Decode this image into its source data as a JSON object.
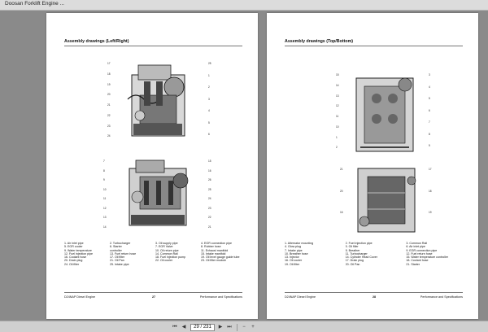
{
  "window": {
    "tab_title": "Doosan Forklift Engine ..."
  },
  "pages": [
    {
      "title": "Assembly drawings (Left/Right)",
      "legend": [
        "1. Air inlet pipe",
        "2. Turbocharger",
        "3. Oil supply pipe",
        "4. EGR connection pipe",
        "5. EGR cooler",
        "6. Starter",
        "7. EGR Valve",
        "8. Rubber hose",
        "9. Water temperature",
        "   controller",
        "10. Oil return pipe",
        "11. Exhaust manifold",
        "12. Fuel injection pipe",
        "13. Fuel return hose",
        "14. Common Rail",
        "15. Intake manifold",
        "16. Coolant hose",
        "17. Oil filter",
        "18. Fuel injection pump",
        "19. Oil level gauge guide tube",
        "20. Drain plug",
        "21. Oil Pan",
        "22. Oil cooler",
        "23. Oil filter module",
        "24. Oil filter",
        "25. Intake pipe"
      ],
      "callouts_top": [
        "17",
        "18",
        "19",
        "20",
        "21",
        "22",
        "23",
        "24",
        "25",
        "1",
        "2",
        "3",
        "4",
        "5",
        "6"
      ],
      "callouts_bottom": [
        "7",
        "8",
        "9",
        "10",
        "11",
        "12",
        "13",
        "14",
        "15",
        "16",
        "26",
        "25",
        "24",
        "23",
        "22",
        "21"
      ],
      "footer": {
        "left": "D24NAP Diesel Engine",
        "center": "27",
        "right": "Performance and Specifications"
      }
    },
    {
      "title": "Assembly drawings (Top/Bottom)",
      "legend": [
        "1. Alternator mounting",
        "2. Fuel injection pipe",
        "3. Common Rail",
        "4. Glow plug",
        "5. Oil filler",
        "6. Air inlet pipe",
        "7. Intake pipe",
        "8. Breather",
        "9. EGR connection pipe",
        "10. Breather hose",
        "11. Turbocharger",
        "12. Fuel return hose",
        "13. Injector",
        "14. Cylinder Head Cover",
        "15. Water temperature controller",
        "16. Oil cooler",
        "17. Drain plug",
        "18. Coolant hose",
        "19. Oil filter",
        "20. Oil Pan",
        "21. Starter"
      ],
      "callouts_top": [
        "15",
        "14",
        "13",
        "12",
        "11",
        "10",
        "1",
        "2",
        "3",
        "4",
        "5",
        "6",
        "7",
        "8",
        "9"
      ],
      "callouts_bottom": [
        "21",
        "20",
        "16",
        "17",
        "18",
        "19"
      ],
      "footer": {
        "left": "D24NAP Diesel Engine",
        "center": "28",
        "right": "Performance and Specifications"
      }
    }
  ],
  "toolbar": {
    "first": "⏮",
    "prev": "◀",
    "page": "29 / 231",
    "next": "▶",
    "last": "⏭",
    "zoom_out": "−",
    "zoom_in": "+"
  }
}
